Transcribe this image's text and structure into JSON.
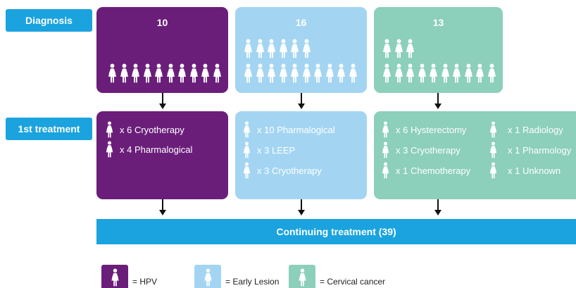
{
  "row_labels": {
    "diagnosis": "Diagnosis",
    "first_treatment": "1st treatment"
  },
  "columns": [
    {
      "id": "hpv",
      "count": "10",
      "color": "#6a1e7a",
      "figure_color": "#ffffff",
      "treatments": [
        {
          "qty": "x 6",
          "name": "Cryotherapy"
        },
        {
          "qty": "x 4",
          "name": "Pharmalogical"
        }
      ]
    },
    {
      "id": "early",
      "count": "16",
      "color": "#a3d5f2",
      "figure_color": "#ffffff",
      "treatments": [
        {
          "qty": "x 10",
          "name": "Pharmalogical"
        },
        {
          "qty": "x 3",
          "name": "LEEP"
        },
        {
          "qty": "x 3",
          "name": "Cryotherapy"
        }
      ]
    },
    {
      "id": "cervical",
      "count": "13",
      "color": "#8ccfbb",
      "figure_color": "#ffffff",
      "treatments_left": [
        {
          "qty": "x 6",
          "name": "Hysterectomy"
        },
        {
          "qty": "x 3",
          "name": "Cryotherapy"
        },
        {
          "qty": "x 1",
          "name": "Chemotherapy"
        }
      ],
      "treatments_right": [
        {
          "qty": "x 1",
          "name": "Radiology"
        },
        {
          "qty": "x 1",
          "name": "Pharmology"
        },
        {
          "qty": "x 1",
          "name": "Unknown"
        }
      ]
    }
  ],
  "continuing": "Continuing treatment (39)",
  "legend": [
    {
      "text": "= HPV",
      "color": "#6a1e7a"
    },
    {
      "text": "= Early Lesion",
      "color": "#a3d5f2"
    },
    {
      "text": "= Cervical cancer",
      "color": "#8ccfbb"
    }
  ],
  "icons": {
    "person": "woman-figure-icon",
    "arrow": "down-arrow-icon"
  },
  "accent": "#1aa3df"
}
